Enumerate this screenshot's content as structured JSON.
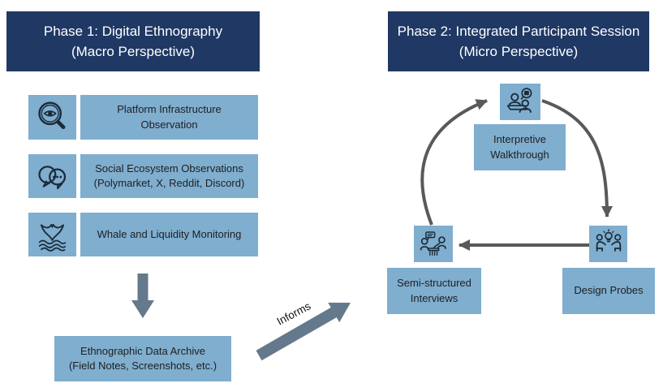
{
  "colors": {
    "header_bg": "#1F3864",
    "box_bg": "#7FAECF",
    "slate_arrow": "#64798C",
    "cycle_arrow": "#595959",
    "icon_stroke": "#1C2B38",
    "text": "#1F1F1F",
    "header_text": "#FFFFFF"
  },
  "phase1": {
    "header": {
      "line1": "Phase 1: Digital Ethnography",
      "line2": "(Macro Perspective)"
    },
    "rows": [
      {
        "icon": "eye-magnifier-icon",
        "line1": "Platform Infrastructure",
        "line2": "Observation"
      },
      {
        "icon": "chat-bubbles-icon",
        "line1": "Social Ecosystem Observations",
        "line2": "(Polymarket, X, Reddit, Discord)"
      },
      {
        "icon": "whale-tail-icon",
        "line1": "Whale and Liquidity Monitoring",
        "line2": ""
      }
    ],
    "archive": {
      "line1": "Ethnographic Data Archive",
      "line2": "(Field Notes, Screenshots, etc.)"
    }
  },
  "informs_label": "Informs",
  "phase2": {
    "header": {
      "line1": "Phase 2: Integrated Participant Session",
      "line2": "(Micro Perspective)"
    },
    "nodes": {
      "interpretive": {
        "icon": "walkthrough-demo-icon",
        "line1": "Interpretive",
        "line2": "Walkthrough"
      },
      "design_probes": {
        "icon": "codesign-lightbulb-icon",
        "line1": "Design Probes"
      },
      "semi_structured": {
        "icon": "interview-table-icon",
        "line1": "Semi-structured",
        "line2": "Interviews"
      }
    }
  }
}
